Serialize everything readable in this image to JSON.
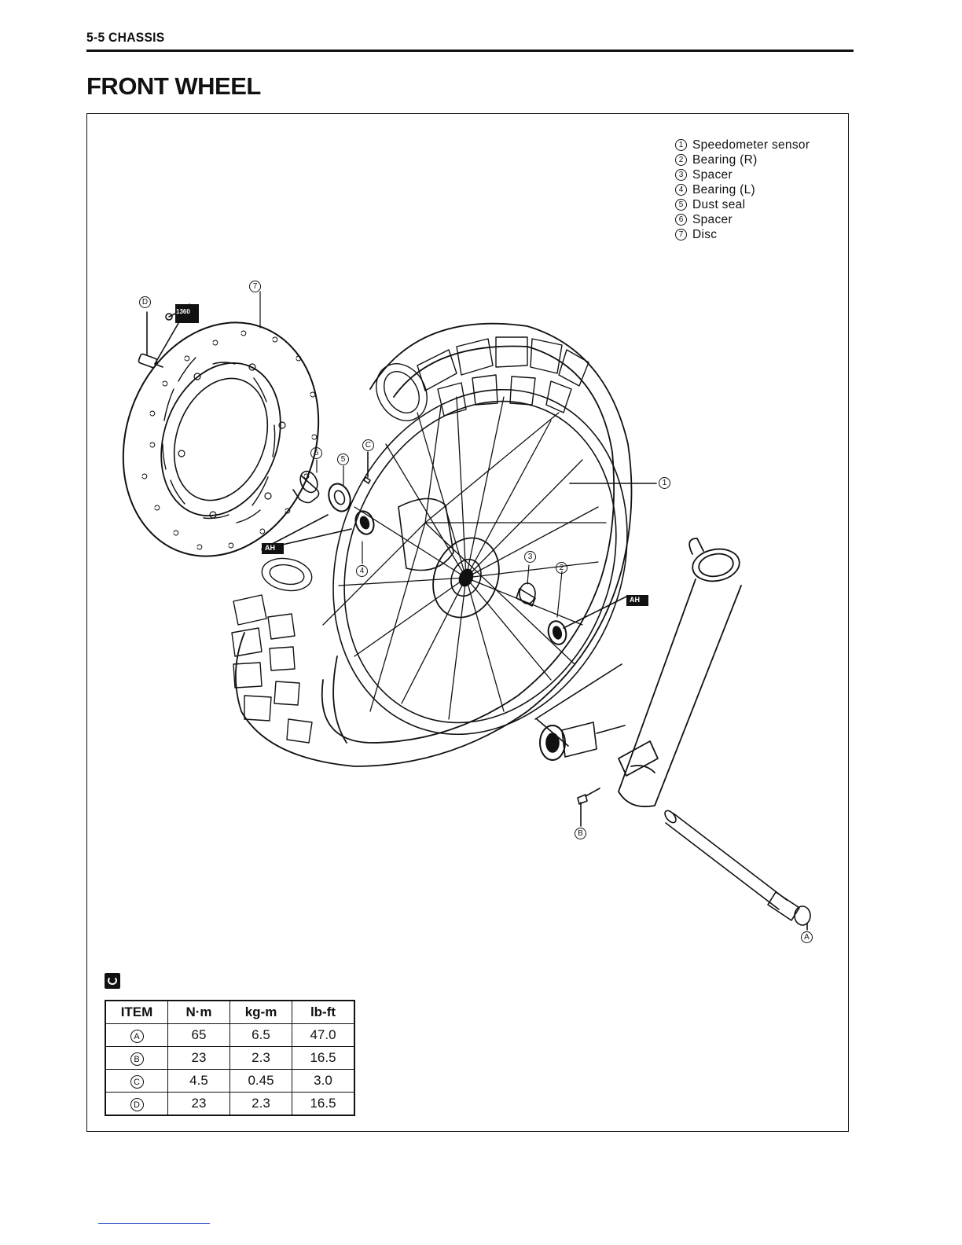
{
  "header": {
    "section_label": "5-5 CHASSIS",
    "title": "FRONT WHEEL"
  },
  "legend": [
    {
      "num": "1",
      "label": "Speedometer sensor"
    },
    {
      "num": "2",
      "label": "Bearing (R)"
    },
    {
      "num": "3",
      "label": "Spacer"
    },
    {
      "num": "4",
      "label": "Bearing (L)"
    },
    {
      "num": "5",
      "label": "Dust seal"
    },
    {
      "num": "6",
      "label": "Spacer"
    },
    {
      "num": "7",
      "label": "Disc"
    }
  ],
  "callouts": {
    "n1": "1",
    "n2": "2",
    "n3": "3",
    "n4": "4",
    "n5": "5",
    "n6": "6",
    "n7": "7",
    "A": "A",
    "B": "B",
    "C": "C",
    "D": "D"
  },
  "grease_label": "AH",
  "thread_lock_label": "1360",
  "torque_table": {
    "headers": [
      "ITEM",
      "N·m",
      "kg-m",
      "lb-ft"
    ],
    "rows": [
      {
        "item": "A",
        "nm": "65",
        "kgm": "6.5",
        "lbft": "47.0"
      },
      {
        "item": "B",
        "nm": "23",
        "kgm": "2.3",
        "lbft": "16.5"
      },
      {
        "item": "C",
        "nm": "4.5",
        "kgm": "0.45",
        "lbft": "3.0"
      },
      {
        "item": "D",
        "nm": "23",
        "kgm": "2.3",
        "lbft": "16.5"
      }
    ]
  },
  "colors": {
    "ink": "#111111",
    "paper": "#ffffff"
  }
}
